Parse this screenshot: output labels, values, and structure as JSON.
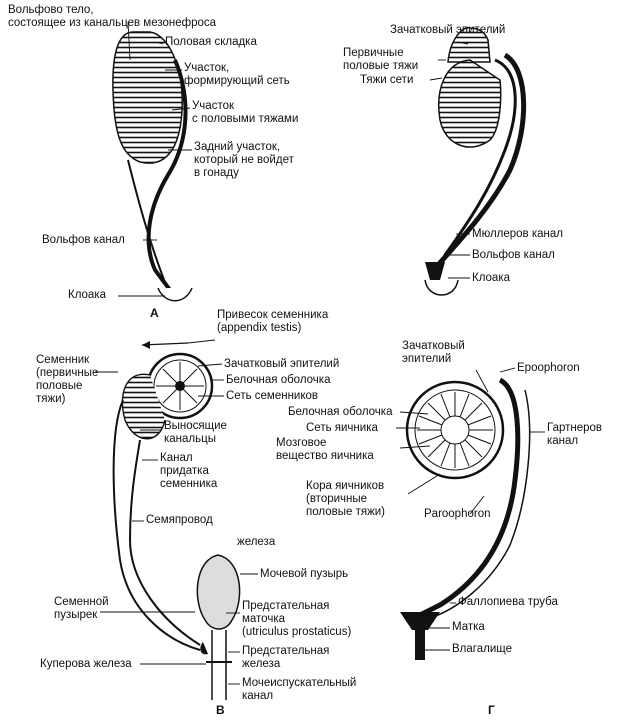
{
  "panels": {
    "a": {
      "letter": "А",
      "labels": {
        "wolff_body": "Вольфово тело,\nсостоящее из канальцев мезонефроса",
        "genital_fold": "Половая складка",
        "net_region": "Участок,\nформирующий сеть",
        "cord_region": "Участок\nс половыми тяжами",
        "posterior_region": "Задний участок,\nкоторый не войдет\nв гонаду",
        "wolff_duct": "Вольфов канал",
        "cloaca": "Клоака"
      }
    },
    "b": {
      "labels": {
        "germ_epithelium": "Зачатковый эпителий",
        "primary_cords": "Первичные\nполовые тяжи",
        "net_cords": "Тяжи сети",
        "muller_duct": "Мюллеров канал",
        "wolff_duct": "Вольфов канал",
        "cloaca": "Клоака"
      }
    },
    "v": {
      "letter": "В",
      "labels": {
        "appendix_testis": "Привесок семенника\n(appendix testis)",
        "testis": "Семенник\n(первичные\nполовые\nтяжи)",
        "germ_epithelium": "Зачатковый эпителий",
        "tunica_albuginea": "Белочная оболочка",
        "rete_testis": "Сеть семенников",
        "efferent_ducts": "Выносящие\nканальцы",
        "epididymis_duct": "Канал\nпридатка\nсеменника",
        "vas_deferens": "Семяпровод",
        "gland": "железа",
        "bladder": "Мочевой пузырь",
        "seminal_vesicle": "Семенной\nпузырек",
        "utriculus": "Предстательная\nматочка\n(utriculus prostaticus)",
        "prostate": "Предстательная\nжелеза",
        "cowper": "Куперова железа",
        "urethra": "Мочеиспускательный\nканал"
      }
    },
    "g": {
      "letter": "Г",
      "labels": {
        "germ_epithelium": "Зачатковый\nэпителий",
        "epoophoron": "Epoophoron",
        "tunica_albuginea": "Белочная оболочка",
        "rete_ovarii": "Сеть яичника",
        "medulla": "Мозговое\nвещество яичника",
        "gartner": "Гартнеров\nканал",
        "cortex": "Кора яичников\n(вторичные\nполовые тяжи)",
        "paroophoron": "Paroophoron",
        "fallopian": "Фаллопиева труба",
        "uterus": "Матка",
        "vagina": "Влагалище"
      }
    }
  }
}
